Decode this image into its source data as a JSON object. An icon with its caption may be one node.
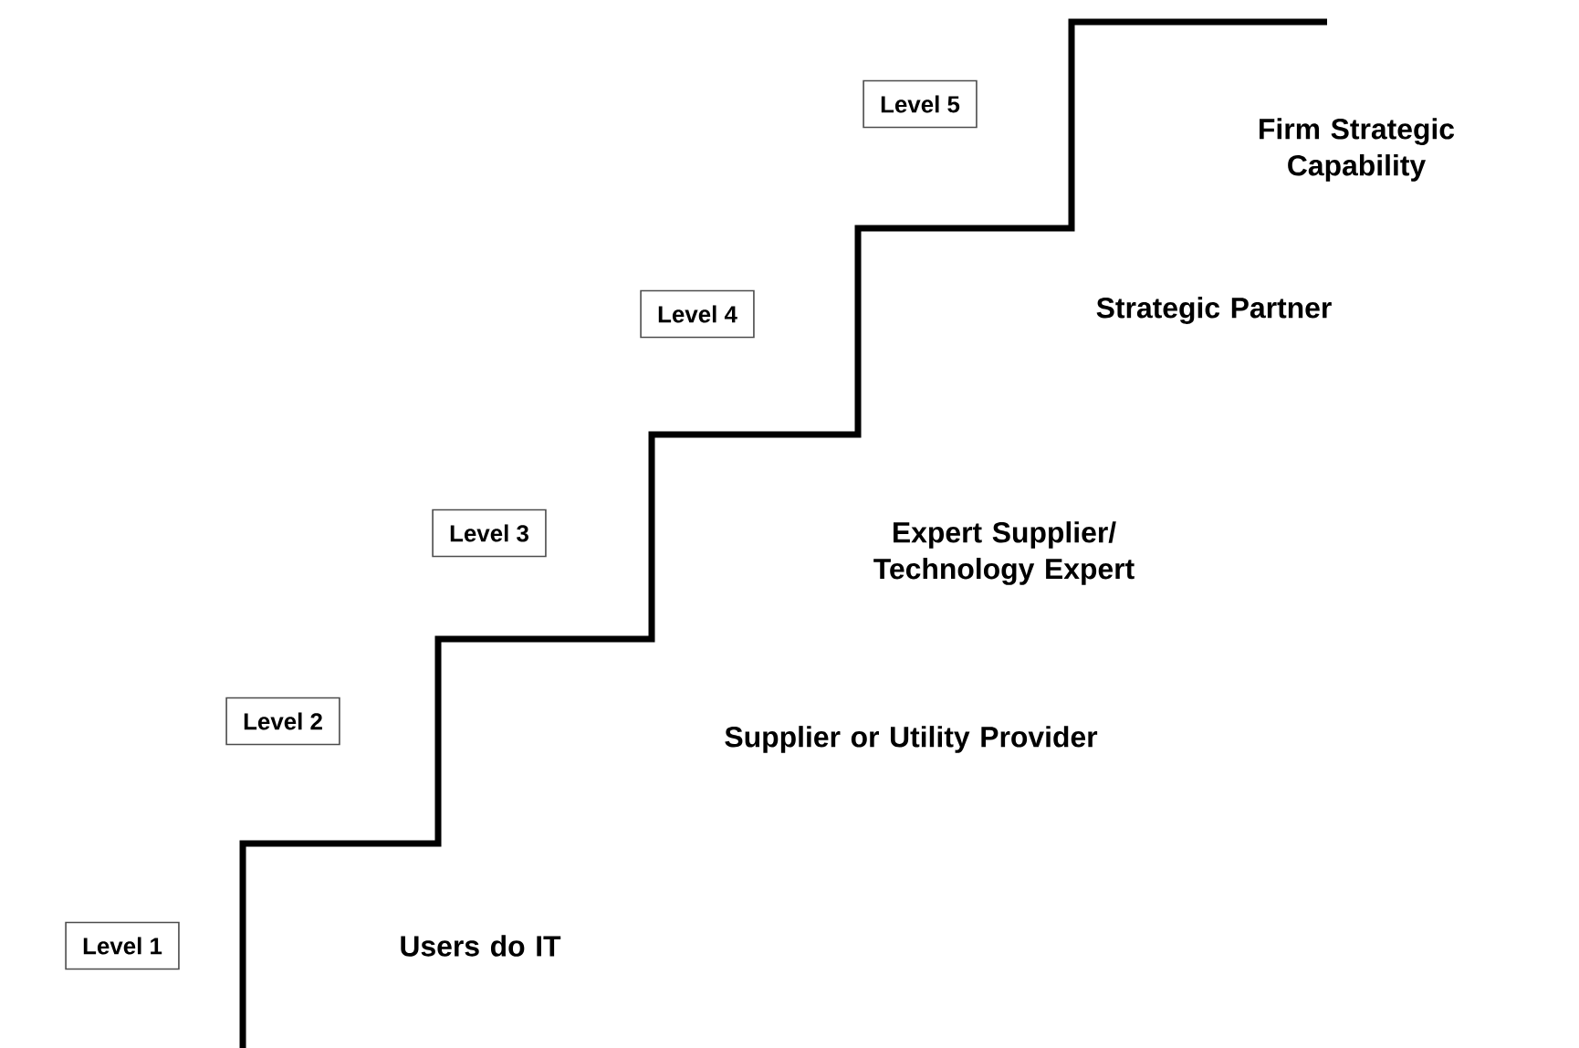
{
  "diagram": {
    "nodes": [
      {
        "text": [
          "Level 1"
        ]
      },
      {
        "text": [
          "Level 2"
        ]
      },
      {
        "text": [
          "Level 3"
        ]
      },
      {
        "text": [
          "Level 4"
        ]
      },
      {
        "text": [
          "Level 5"
        ]
      }
    ],
    "labels": [
      "Firm Strategic Capability",
      "Strategic Partner",
      "Expert Supplier/ Technology Expert",
      "Supplier or Utility Provider",
      "Users do IT"
    ]
  }
}
